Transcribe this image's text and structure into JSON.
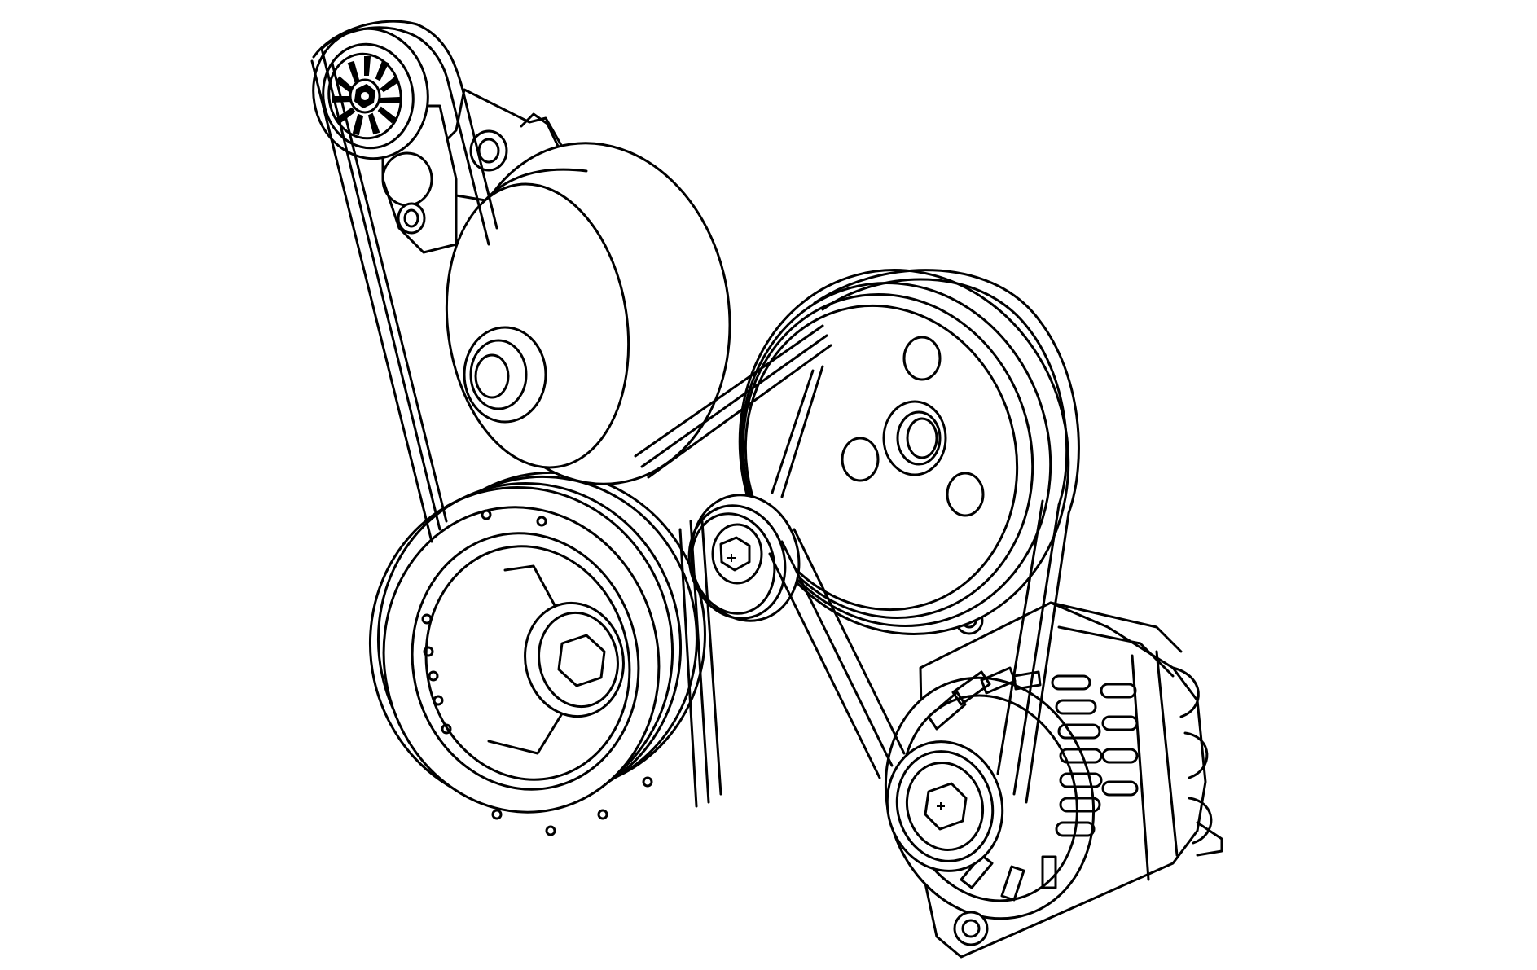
{
  "image": {
    "background": "#ffffff",
    "line_color": "#000000"
  },
  "components": [
    "idler-pulley",
    "tensioner-pulley",
    "crankshaft-balancer",
    "upper-idler-pulley",
    "water-pump-pulley",
    "generator",
    "serpentine-belt"
  ],
  "labels": {}
}
